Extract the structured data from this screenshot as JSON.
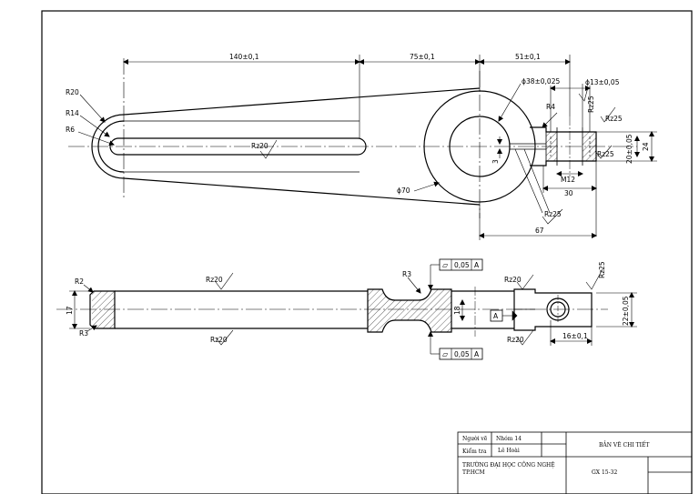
{
  "top_view": {
    "dims": {
      "d140": "140±0,1",
      "d75": "75±0,1",
      "d51": "51±0,1",
      "d38": "ϕ38±0,025",
      "d13": "ϕ13±0,05",
      "r20": "R20",
      "r14": "R14",
      "r6": "R6",
      "r4": "R4",
      "rz20_slot": "Rz20",
      "rz25_a": "Rz25",
      "rz25_b": "Rz25",
      "rz25_c": "Rz25",
      "rz25_d": "Rz25",
      "d20": "20±0,05",
      "d24": "24",
      "m12": "M12",
      "d30": "30",
      "d70": "ϕ70",
      "d67": "67",
      "s3": "3"
    }
  },
  "front_view": {
    "dims": {
      "r2": "R2",
      "r3_left": "R3",
      "r3_top": "R3",
      "rz20_tl": "Rz20",
      "rz20_bl": "Rz20",
      "rz20_tr": "Rz20",
      "rz20_br": "Rz20",
      "rz25": "Rz25",
      "h17": "17",
      "h18": "18",
      "d22": "22±0,05",
      "d16": "16±0,1",
      "tol_top": "0,05",
      "tol_bottom": "0,05",
      "datum_top": "A",
      "datum_bottom": "A",
      "datum_box": "A"
    }
  },
  "title_block": {
    "drawn_by_label": "Người vẽ",
    "drawn_by": "Nhóm 14",
    "checked_label": "Kiểm tra",
    "checked_by": "Lê Hoài",
    "drawing_title": "BẢN VẼ CHI TIẾT",
    "school_line1": "TRƯỜNG ĐẠI HỌC CÔNG NGHỆ",
    "school_line2": "TP.HCM",
    "class_code": "GX 15-32"
  }
}
